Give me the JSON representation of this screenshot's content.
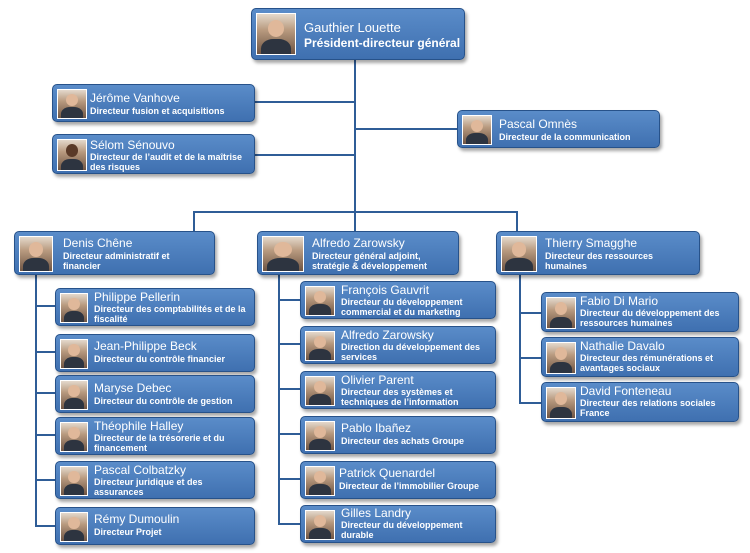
{
  "ceo": {
    "name": "Gauthier Louette",
    "title": "Président-directeur général"
  },
  "staff": [
    {
      "name": "Jérôme Vanhove",
      "title": "Directeur fusion et acquisitions"
    },
    {
      "name": "Sélom Sénouvo",
      "title": "Directeur de l’audit et de la maîtrise des risques"
    },
    {
      "name": "Pascal Omnès",
      "title": "Directeur de la communication"
    }
  ],
  "branches": [
    {
      "head": {
        "name": "Denis Chêne",
        "title": "Directeur administratif et financier"
      },
      "reports": [
        {
          "name": "Philippe Pellerin",
          "title": "Directeur des comptabilités et de la fiscalité"
        },
        {
          "name": "Jean-Philippe Beck",
          "title": "Directeur du contrôle financier"
        },
        {
          "name": "Maryse Debec",
          "title": "Directeur du contrôle de gestion"
        },
        {
          "name": "Théophile Halley",
          "title": "Directeur de la trésorerie et du financement"
        },
        {
          "name": "Pascal Colbatzky",
          "title": "Directeur juridique et des assurances"
        },
        {
          "name": "Rémy Dumoulin",
          "title": "Directeur Projet"
        }
      ]
    },
    {
      "head": {
        "name": "Alfredo Zarowsky",
        "title": "Directeur général adjoint, stratégie & développement"
      },
      "reports": [
        {
          "name": "François Gauvrit",
          "title": "Directeur du développement commercial et du marketing"
        },
        {
          "name": "Alfredo Zarowsky",
          "title": "Direction du développement des services"
        },
        {
          "name": "Olivier Parent",
          "title": "Directeur des systèmes et techniques de l’information"
        },
        {
          "name": "Pablo Ibañez",
          "title": "Directeur des achats Groupe"
        },
        {
          "name": "Patrick Quenardel",
          "title": "Directeur de l’immobilier Groupe"
        },
        {
          "name": "Gilles Landry",
          "title": "Directeur du développement durable"
        }
      ]
    },
    {
      "head": {
        "name": "Thierry Smagghe",
        "title": "Directeur des ressources humaines"
      },
      "reports": [
        {
          "name": "Fabio Di Mario",
          "title": "Directeur du développement des ressources humaines"
        },
        {
          "name": "Nathalie Davalo",
          "title": "Directeur des rémunérations et avantages sociaux"
        },
        {
          "name": "David Fonteneau",
          "title": "Directeur des relations sociales France"
        }
      ]
    }
  ]
}
